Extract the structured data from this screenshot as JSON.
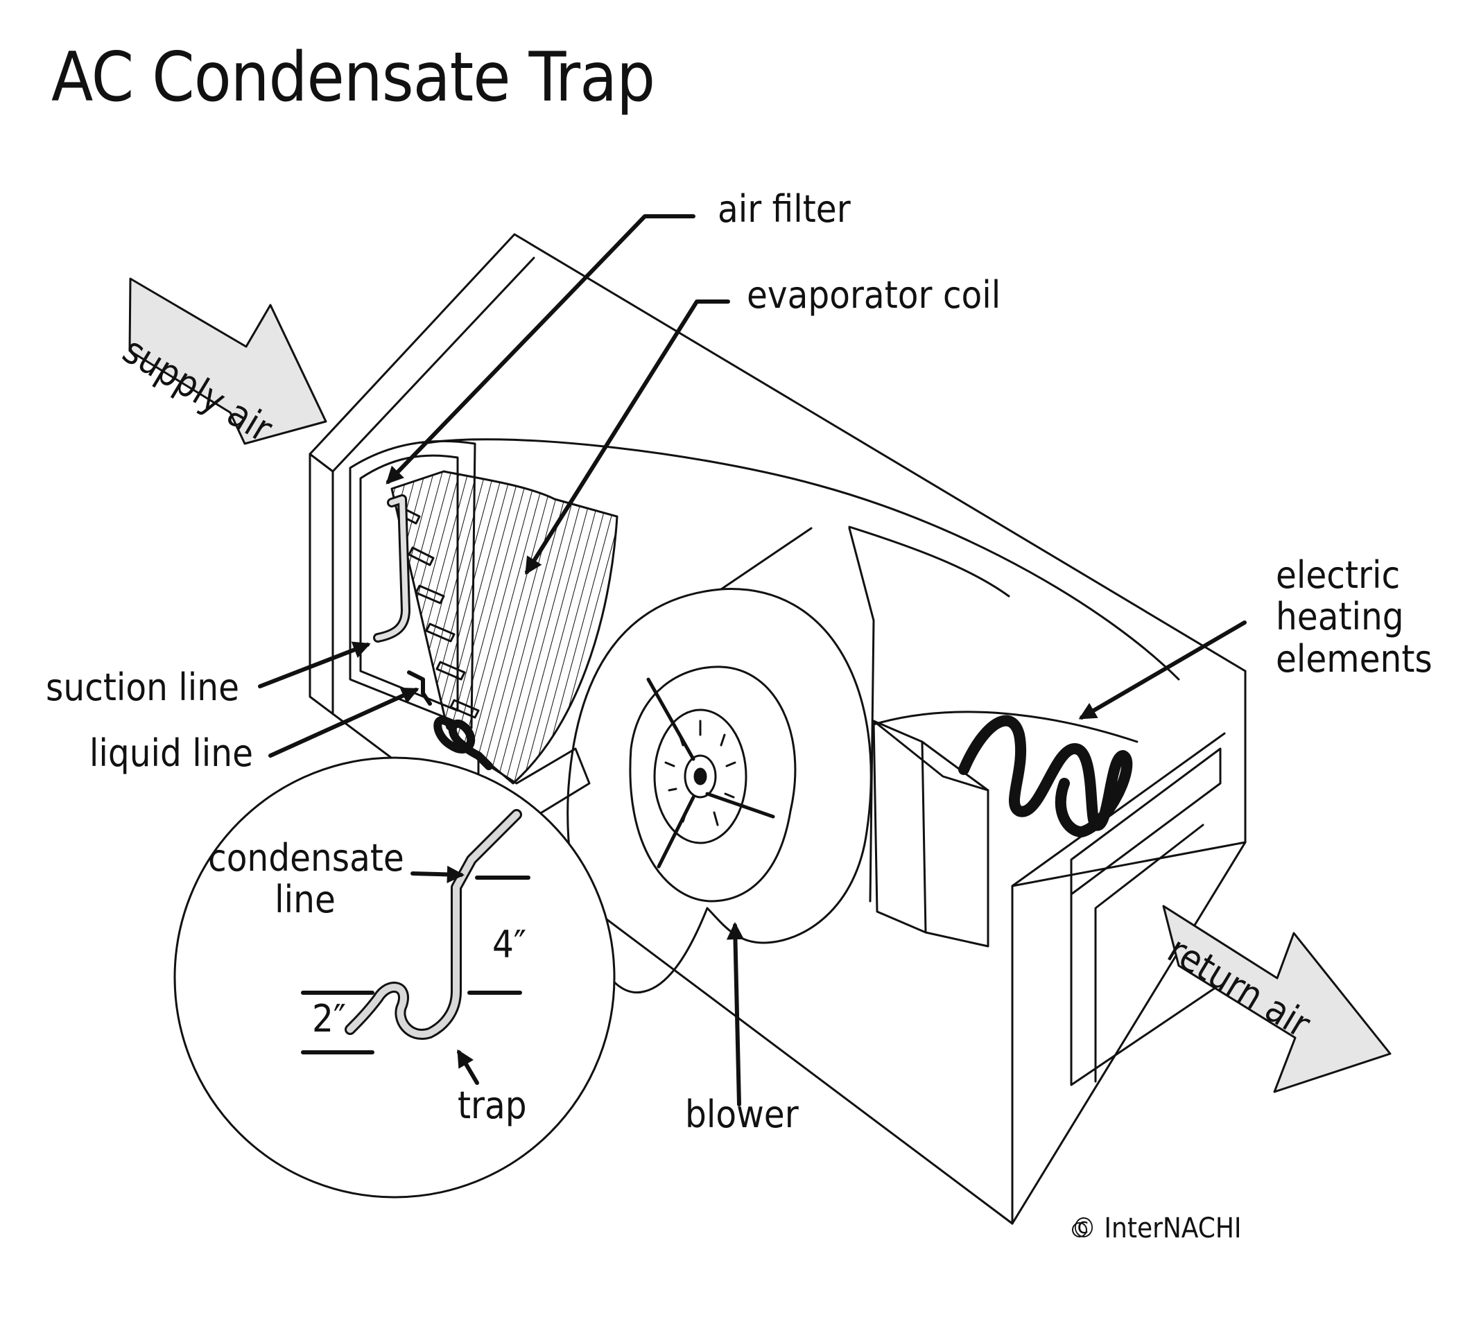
{
  "title": "AC Condensate Trap",
  "labels": {
    "air_filter": "air filter",
    "evaporator_coil": "evaporator coil",
    "electric_heating_elements": [
      "electric",
      "heating",
      "elements"
    ],
    "suction_line": "suction line",
    "liquid_line": "liquid line",
    "condensate_line": [
      "condensate",
      "line"
    ],
    "trap": "trap",
    "blower": "blower",
    "supply_air": "supply air",
    "return_air": "return air",
    "dim_4in": "4″",
    "dim_2in": "2″"
  },
  "copyright": "© InterNACHI",
  "colors": {
    "line": "#111111",
    "arrow_fill": "#e6e6e6",
    "pipe_fill": "#d9d9d9",
    "background": "#ffffff"
  }
}
